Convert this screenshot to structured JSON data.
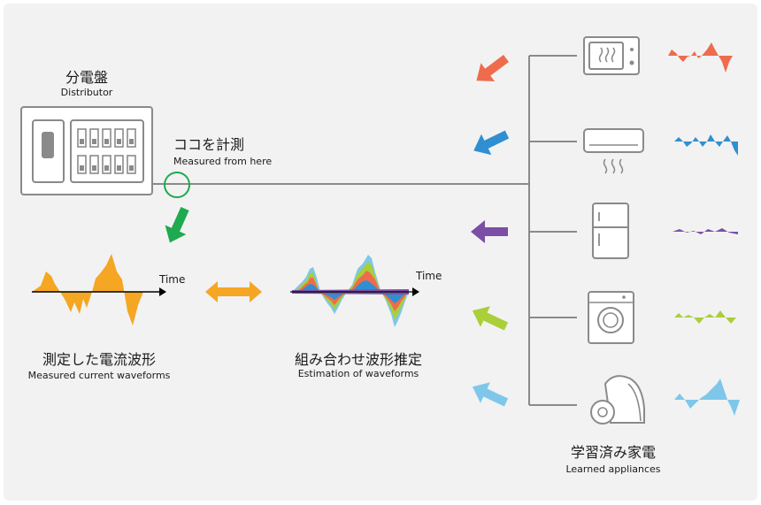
{
  "distributor": {
    "title_jp": "分電盤",
    "title_en": "Distributor"
  },
  "measure_point": {
    "title_jp": "ココを計測",
    "title_en": "Measured from here"
  },
  "measured": {
    "title_jp": "測定した電流波形",
    "title_en": "Measured current waveforms",
    "time_label": "Time"
  },
  "estimation": {
    "title_jp": "組み合わせ波形推定",
    "title_en": "Estimation of waveforms",
    "time_label": "Time"
  },
  "appliances_label": {
    "title_jp": "学習済み家電",
    "title_en": "Learned appliances"
  },
  "colors": {
    "measured_wave": "#f5a623",
    "distributor_arrow": "#1eaa4f",
    "double_arrow": "#f5a623",
    "measure_circle": "#1eaa4f",
    "line": "#8a8a8a",
    "microwave": "#ef6b4e",
    "aircon": "#2f8fd1",
    "fridge": "#7b4fa6",
    "washer": "#a9cf39",
    "vacuum": "#7ec7ea"
  },
  "appliances": [
    {
      "icon": "microwave-icon",
      "color": "#ef6b4e"
    },
    {
      "icon": "air-conditioner-icon",
      "color": "#2f8fd1"
    },
    {
      "icon": "refrigerator-icon",
      "color": "#7b4fa6"
    },
    {
      "icon": "washing-machine-icon",
      "color": "#a9cf39"
    },
    {
      "icon": "vacuum-cleaner-icon",
      "color": "#7ec7ea"
    }
  ]
}
